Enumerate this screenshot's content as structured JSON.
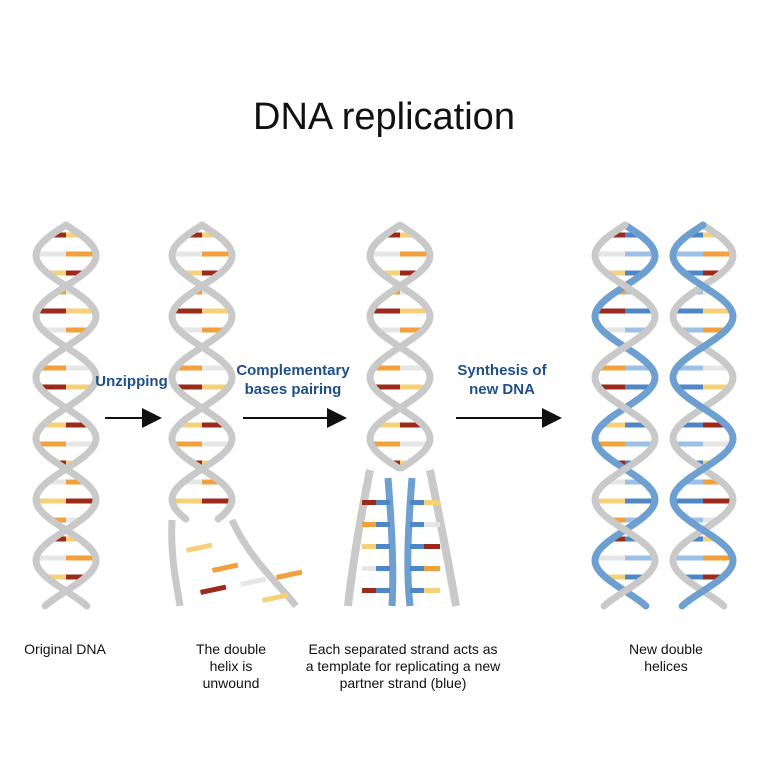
{
  "title": "DNA replication",
  "steps": [
    {
      "label": "Unzipping"
    },
    {
      "label": "Complementary bases pairing"
    },
    {
      "label": "Synthesis of new DNA"
    }
  ],
  "captions": [
    {
      "text": "Original DNA"
    },
    {
      "text": "The double helix is unwound"
    },
    {
      "text": "Each separated strand acts as a template for replicating a new partner strand (blue)"
    },
    {
      "text": "New double helices"
    }
  ],
  "colors": {
    "backbone_original": "#c9c9c9",
    "backbone_new": "#6d9fd1",
    "base_red": "#9a2a1a",
    "base_orange": "#f2a03b",
    "base_yellow": "#f5d27a",
    "base_light": "#e6e6e6",
    "base_blue": "#4f86c6",
    "arrow": "#111111",
    "label": "#1f4f86"
  },
  "icons": [
    "arrow-right-icon"
  ]
}
